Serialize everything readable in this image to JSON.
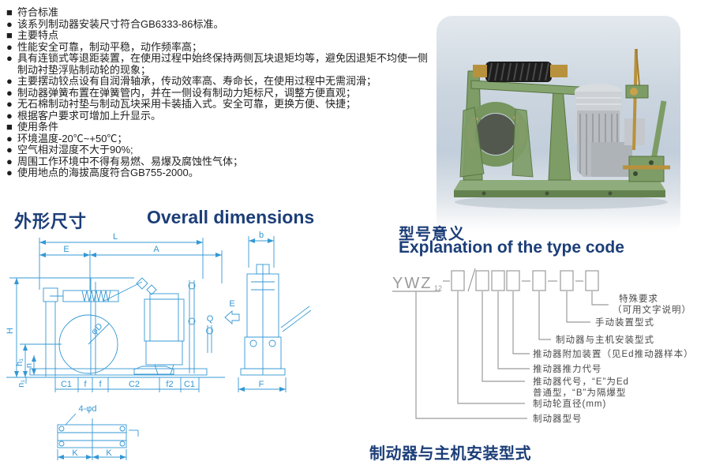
{
  "features": {
    "lines": [
      {
        "marker": "■",
        "text": "符合标准"
      },
      {
        "marker": "●",
        "text": "该系列制动器安装尺寸符合GB6333-86标准。"
      },
      {
        "marker": "■",
        "text": "主要特点"
      },
      {
        "marker": "●",
        "text": "性能安全可靠，制动平稳，动作频率高；"
      },
      {
        "marker": "●",
        "text": "具有连锁式等退距装置，在使用过程中始终保持两侧瓦块退矩均等，避免因退矩不均使一侧"
      },
      {
        "marker": "",
        "text": "制动衬垫浮贴制动轮的现象；"
      },
      {
        "marker": "●",
        "text": "主要摆动铰点设有自润滑轴承，传动效率高、寿命长，在使用过程中无需润滑；"
      },
      {
        "marker": "●",
        "text": "制动器弹簧布置在弹簧管内，并在一侧设有制动力矩标尺，调整方便直观；"
      },
      {
        "marker": "●",
        "text": "无石棉制动衬垫与制动瓦块采用卡装插入式。安全可靠，更换方便、快捷；"
      },
      {
        "marker": "●",
        "text": "根据客户要求可增加上升显示。"
      },
      {
        "marker": "■",
        "text": "使用条件"
      },
      {
        "marker": "●",
        "text": "环境温度-20℃~+50℃；"
      },
      {
        "marker": "●",
        "text": "空气相对湿度不大于90%;"
      },
      {
        "marker": "●",
        "text": "周围工作环境中不得有易燃、易爆及腐蚀性气体；"
      },
      {
        "marker": "●",
        "text": "使用地点的海拔高度符合GB755-2000。"
      }
    ]
  },
  "photo": {
    "alt": "brake-product-photo"
  },
  "dimensions_section": {
    "title_zh": "外形尺寸",
    "title_en": "Overall dimensions",
    "dims": {
      "L": "L",
      "E": "E",
      "A": "A",
      "b": "b",
      "H": "H",
      "h1": "h₁",
      "n": "n",
      "n1": "n₁",
      "Q": "Q",
      "side_arrow": "E",
      "c1a": "C1",
      "fa": "f",
      "fb": "f",
      "c2": "C2",
      "f2": "f2",
      "c1b": "C1",
      "F": "F",
      "holes": "4-φd",
      "k1": "K",
      "k2": "K",
      "phiD": "φD"
    }
  },
  "type_code": {
    "title_zh": "型号意义",
    "title_en": "Explanation of the type code",
    "prefix": "YWZ",
    "prefix_sub": "12",
    "labels": [
      {
        "lines": [
          "制动器型号"
        ]
      },
      {
        "lines": [
          "制动轮直径(mm)"
        ]
      },
      {
        "lines": [
          "推动器代号，“E”为Ed",
          "普通型，“B”为隔爆型"
        ]
      },
      {
        "lines": [
          "推动器推力代号"
        ]
      },
      {
        "lines": [
          "推动器附加装置（见Ed推动器样本）"
        ]
      },
      {
        "lines": [
          "制动器与主机安装型式"
        ]
      },
      {
        "lines": [
          "手动装置型式"
        ]
      },
      {
        "lines": [
          "特殊要求",
          "（可用文字说明）"
        ]
      }
    ]
  },
  "footer": {
    "title": "制动器与主机安装型式"
  },
  "colors": {
    "heading": "#1c3e78",
    "drawing": "#3498d4",
    "code_grey": "#9b9b9b"
  }
}
